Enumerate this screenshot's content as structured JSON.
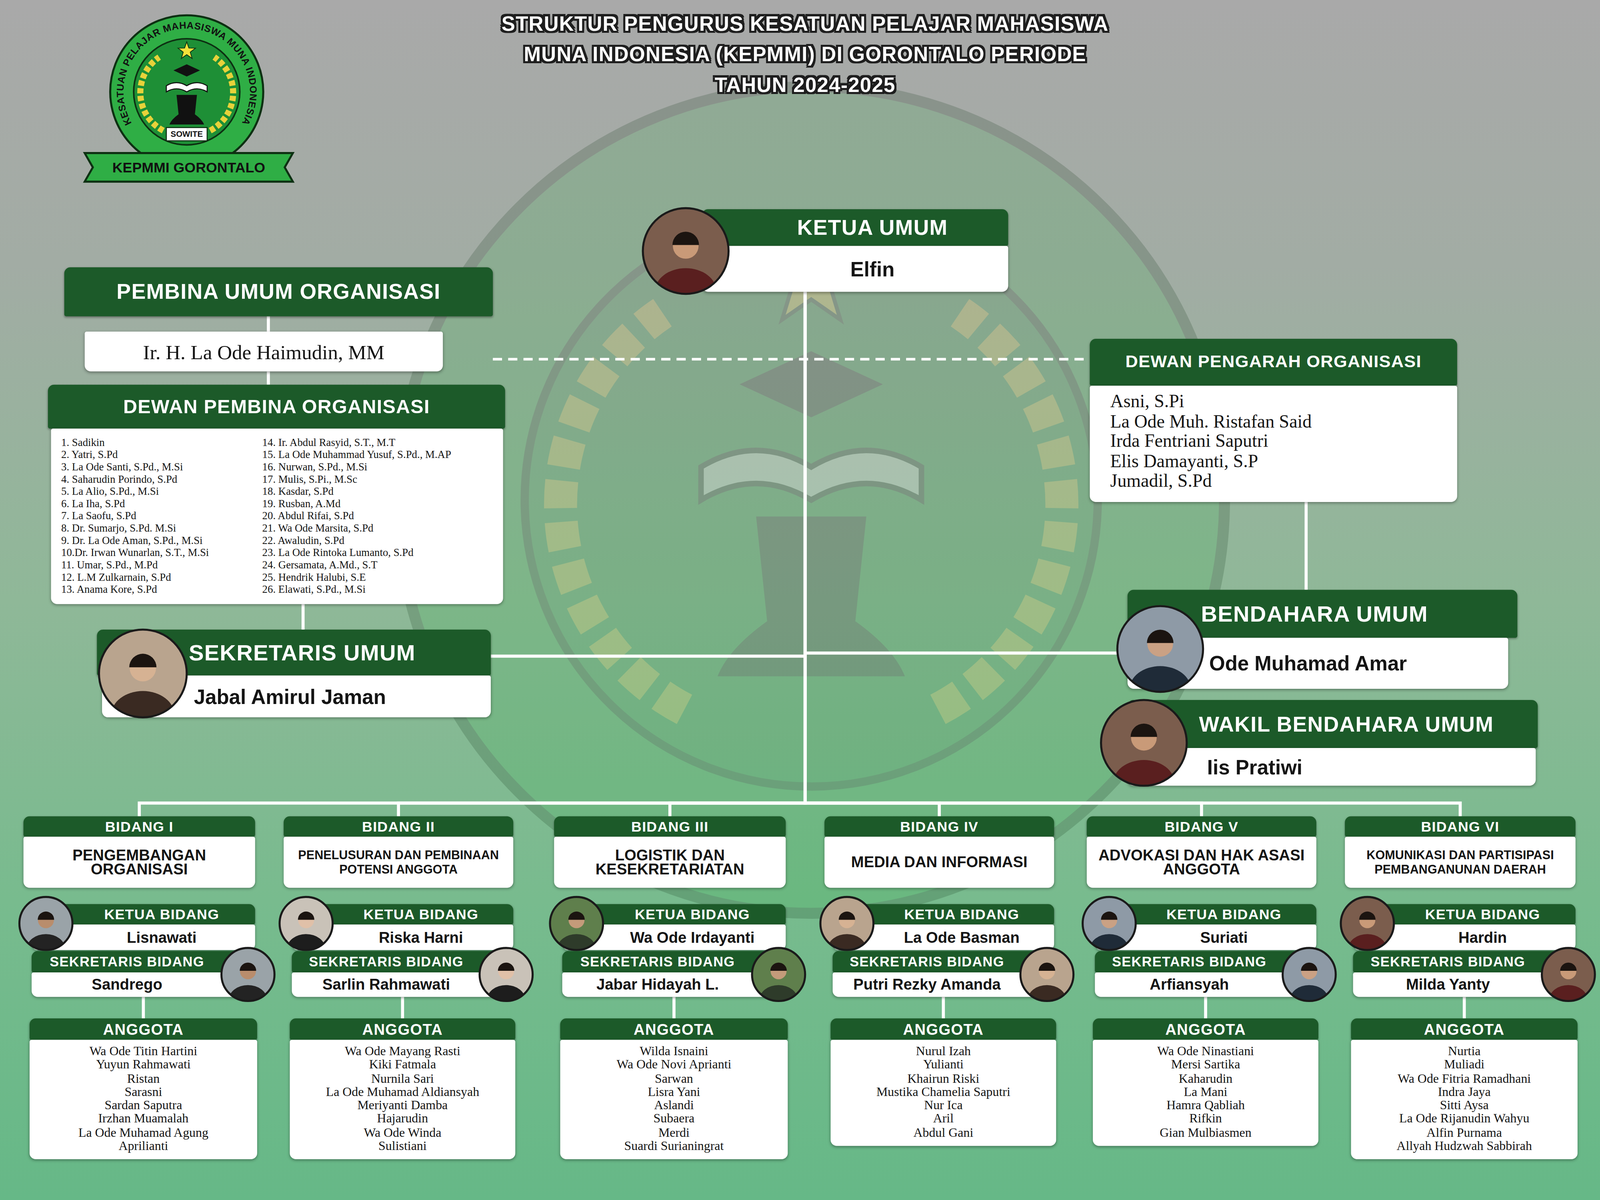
{
  "diagram": {
    "title": "STRUKTUR PENGURUS KESATUAN PELAJAR MAHASISWA MUNA INDONESIA (KEPMMI) DI GORONTALO PERIODE TAHUN 2024-2025",
    "nodes": [
      {
        "text": [
          "KETUA UMUM",
          "Elfin"
        ]
      },
      {
        "text": [
          "PEMBINA UMUM ORGANISASI",
          "Ir. H. La Ode Haimudin, MM"
        ]
      },
      {
        "text": [
          "DEWAN PENGARAH ORGANISASI",
          "Asni, S.Pi",
          "La Ode Muh. Ristafan Said",
          "Irda Fentriani Saputri",
          "Elis Damayanti, S.P",
          "Jumadil, S.Pd"
        ]
      },
      {
        "text": [
          "DEWAN PEMBINA ORGANISASI",
          "1. Sadikin",
          "2. Yatri, S.Pd",
          "3. La Ode Santi, S.Pd., M.Si",
          "4. Saharudin Porindo, S.Pd",
          "5. La Alio, S.Pd., M.Si",
          "6. La Iha, S.Pd",
          "7. La Saofu, S.Pd",
          "8. Dr. Sumarjo, S.Pd. M.Si",
          "9. Dr. La Ode Aman, S.Pd., M.Si",
          "10.Dr. Irwan Wunarlan, S.T., M.Si",
          "11. Umar, S.Pd., M.Pd",
          "12. L.M Zulkarnain, S.Pd",
          "13. Anama Kore, S.Pd",
          "14. Ir. Abdul Rasyid, S.T., M.T",
          "15. La Ode Muhammad Yusuf, S.Pd., M.AP",
          "16. Nurwan, S.Pd., M.Si",
          "17. Mulis, S.Pi., M.Sc",
          "18. Kasdar, S.Pd",
          "19. Rusban, A.Md",
          "20. Abdul Rifai, S.Pd",
          "21. Wa Ode Marsita, S.Pd",
          "22. Awaludin, S.Pd",
          "23. La Ode Rintoka Lumanto, S.Pd",
          "24. Gersamata, A.Md., S.T",
          "25. Hendrik Halubi, S.E",
          "26. Elawati, S.Pd., M.Si"
        ]
      },
      {
        "text": [
          "SEKRETARIS UMUM",
          "Jabal Amirul Jaman"
        ]
      },
      {
        "text": [
          "BENDAHARA UMUM",
          "Ode Muhamad Amar"
        ]
      },
      {
        "text": [
          "WAKIL BENDAHARA UMUM",
          "Iis Pratiwi"
        ]
      },
      {
        "text": [
          "BIDANG I",
          "PENGEMBANGAN ORGANISASI"
        ]
      },
      {
        "text": [
          "BIDANG II",
          "PENELUSURAN DAN PEMBINAAN POTENSI ANGGOTA"
        ]
      },
      {
        "text": [
          "BIDANG III",
          "LOGISTIK DAN KESEKRETARIATAN"
        ]
      },
      {
        "text": [
          "BIDANG IV",
          "MEDIA DAN INFORMASI"
        ]
      },
      {
        "text": [
          "BIDANG V",
          "ADVOKASI DAN HAK ASASI ANGGOTA"
        ]
      },
      {
        "text": [
          "BIDANG VI",
          "KOMUNIKASI DAN PARTISIPASI PEMBANGANUNAN DAERAH"
        ]
      },
      {
        "text": [
          "KETUA BIDANG",
          "Lisnawati"
        ]
      },
      {
        "text": [
          "KETUA BIDANG",
          "Riska Harni"
        ]
      },
      {
        "text": [
          "KETUA BIDANG",
          "Wa Ode Irdayanti"
        ]
      },
      {
        "text": [
          "KETUA BIDANG",
          "La Ode Basman"
        ]
      },
      {
        "text": [
          "KETUA BIDANG",
          "Suriati"
        ]
      },
      {
        "text": [
          "KETUA BIDANG",
          "Hardin"
        ]
      },
      {
        "text": [
          "SEKRETARIS BIDANG",
          "Sandrego"
        ]
      },
      {
        "text": [
          "SEKRETARIS BIDANG",
          "Sarlin Rahmawati"
        ]
      },
      {
        "text": [
          "SEKRETARIS BIDANG",
          "Jabar Hidayah L."
        ]
      },
      {
        "text": [
          "SEKRETARIS BIDANG",
          "Putri Rezky Amanda"
        ]
      },
      {
        "text": [
          "SEKRETARIS BIDANG",
          "Arfiansyah"
        ]
      },
      {
        "text": [
          "SEKRETARIS BIDANG",
          "Milda Yanty"
        ]
      },
      {
        "text": [
          "ANGGOTA",
          "Wa Ode Titin Hartini",
          "Yuyun Rahmawati",
          "Ristan",
          "Sarasni",
          "Sardan Saputra",
          "Irzhan Muamalah",
          "La Ode Muhamad Agung",
          "Aprilianti"
        ]
      },
      {
        "text": [
          "ANGGOTA",
          "Wa Ode Mayang Rasti",
          "Kiki Fatmala",
          "Nurnila Sari",
          "La Ode Muhamad Aldiansyah",
          "Meriyanti Damba",
          "Hajarudin",
          "Wa Ode Winda",
          "Sulistiani"
        ]
      },
      {
        "text": [
          "ANGGOTA",
          "Wilda Isnaini",
          "Wa Ode Novi Aprianti",
          "Sarwan",
          "Lisra Yani",
          "Aslandi",
          "Subaera",
          "Merdi",
          "Suardi Surianingrat"
        ]
      },
      {
        "text": [
          "ANGGOTA",
          "Nurul Izah",
          "Yulianti",
          "Khairun Riski",
          "Mustika Chamelia Saputri",
          "Nur Ica",
          "Aril",
          "Abdul Gani"
        ]
      },
      {
        "text": [
          "ANGGOTA",
          "Wa Ode Ninastiani",
          "Mersi Sartika",
          "Kaharudin",
          "La Mani",
          "Hamra Qabliah",
          "Rifkin",
          "Gian Mulbiasmen"
        ]
      },
      {
        "text": [
          "ANGGOTA",
          "Nurtia",
          "Muliadi",
          "Wa Ode Fitria Ramadhani",
          "Indra Jaya",
          "Sitti Aysa",
          "La Ode Rijanudin Wahyu",
          "Alfin Purnama",
          "Allyah Hudzwah Sabbirah"
        ]
      }
    ],
    "edges": [
      {
        "from": 0,
        "to": 4,
        "arrow": "none"
      },
      {
        "from": 0,
        "to": 5,
        "arrow": "none"
      },
      {
        "from": 0,
        "to": 7,
        "arrow": "none"
      },
      {
        "from": 0,
        "to": 8,
        "arrow": "none"
      },
      {
        "from": 0,
        "to": 9,
        "arrow": "none"
      },
      {
        "from": 0,
        "to": 10,
        "arrow": "none"
      },
      {
        "from": 0,
        "to": 11,
        "arrow": "none"
      },
      {
        "from": 0,
        "to": 12,
        "arrow": "none"
      },
      {
        "from": 1,
        "to": 3,
        "arrow": "none"
      },
      {
        "from": 1,
        "to": 2,
        "arrow": "none"
      },
      {
        "from": 3,
        "to": 4,
        "arrow": "none"
      },
      {
        "from": 2,
        "to": 5,
        "arrow": "none"
      },
      {
        "from": 19,
        "to": 25,
        "arrow": "none"
      },
      {
        "from": 20,
        "to": 26,
        "arrow": "none"
      },
      {
        "from": 21,
        "to": 27,
        "arrow": "none"
      },
      {
        "from": 22,
        "to": 28,
        "arrow": "none"
      },
      {
        "from": 23,
        "to": 29,
        "arrow": "none"
      },
      {
        "from": 24,
        "to": 30,
        "arrow": "none"
      }
    ],
    "labels": [
      "KESATUAN PELAJAR MAHASISWA MUNA INDONESIA",
      "SOWITE",
      "KEPMMI GORONTALO"
    ]
  }
}
